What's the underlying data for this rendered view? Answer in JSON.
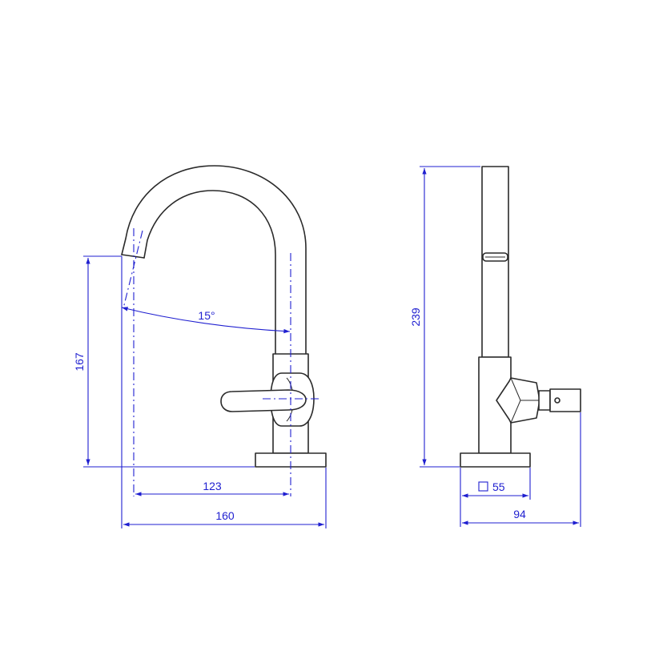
{
  "dimensions": {
    "front_height": "167",
    "spout_angle": "15°",
    "spout_reach": "123",
    "overall_width": "160",
    "side_height": "239",
    "base_square": "55",
    "side_depth": "94"
  },
  "colors": {
    "dimension": "#1f1fd0",
    "outline": "#2a2a2a",
    "background": "#ffffff"
  },
  "icons": {
    "square_symbol": "square-icon"
  }
}
